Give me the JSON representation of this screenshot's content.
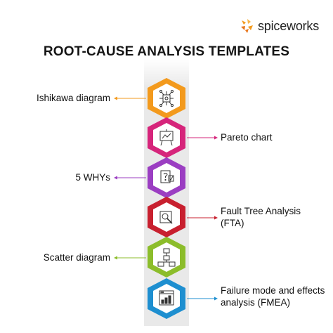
{
  "brand": {
    "name": "spiceworks",
    "accent": "#f39a1d"
  },
  "title": "ROOT-CAUSE ANALYSIS TEMPLATES",
  "items": [
    {
      "label": "Ishikawa diagram",
      "side": "left",
      "color": "#f39a1d",
      "icon": "network-diagram-icon"
    },
    {
      "label": "Pareto chart",
      "side": "right",
      "color": "#d6257b",
      "icon": "easel-chart-icon"
    },
    {
      "label": "5 WHYs",
      "side": "left",
      "color": "#9b3ec2",
      "icon": "question-document-icon"
    },
    {
      "label": "Fault Tree Analysis (FTA)",
      "side": "right",
      "color": "#c8202f",
      "icon": "magnifier-document-icon"
    },
    {
      "label": "Scatter diagram",
      "side": "left",
      "color": "#8cbd2b",
      "icon": "flowchart-icon"
    },
    {
      "label": "Failure mode and effects analysis (FMEA)",
      "side": "right",
      "color": "#1e8fd0",
      "icon": "dashboard-chart-icon"
    }
  ]
}
